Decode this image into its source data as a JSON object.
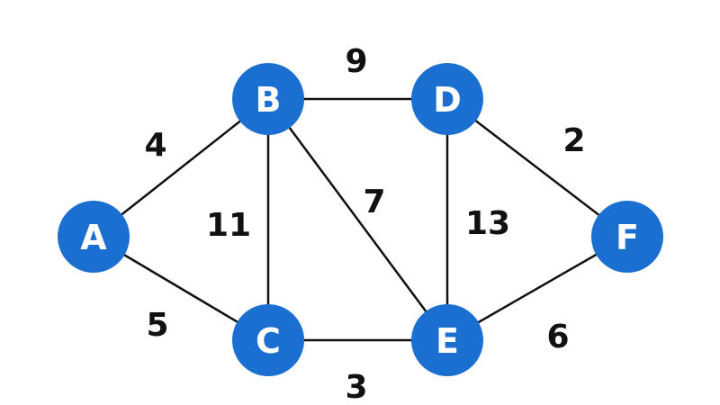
{
  "graph": {
    "nodes": [
      {
        "id": "A",
        "label": "A"
      },
      {
        "id": "B",
        "label": "B"
      },
      {
        "id": "C",
        "label": "C"
      },
      {
        "id": "D",
        "label": "D"
      },
      {
        "id": "E",
        "label": "E"
      },
      {
        "id": "F",
        "label": "F"
      }
    ],
    "edges": [
      {
        "from": "A",
        "to": "B",
        "weight": "4"
      },
      {
        "from": "A",
        "to": "C",
        "weight": "5"
      },
      {
        "from": "B",
        "to": "C",
        "weight": "11"
      },
      {
        "from": "B",
        "to": "D",
        "weight": "9"
      },
      {
        "from": "B",
        "to": "E",
        "weight": "7"
      },
      {
        "from": "C",
        "to": "E",
        "weight": "3"
      },
      {
        "from": "D",
        "to": "E",
        "weight": "13"
      },
      {
        "from": "D",
        "to": "F",
        "weight": "2"
      },
      {
        "from": "E",
        "to": "F",
        "weight": "6"
      }
    ],
    "colors": {
      "node_fill": "#1a6fd1",
      "node_text": "#ffffff",
      "edge": "#111111",
      "weight_text": "#111111"
    }
  }
}
